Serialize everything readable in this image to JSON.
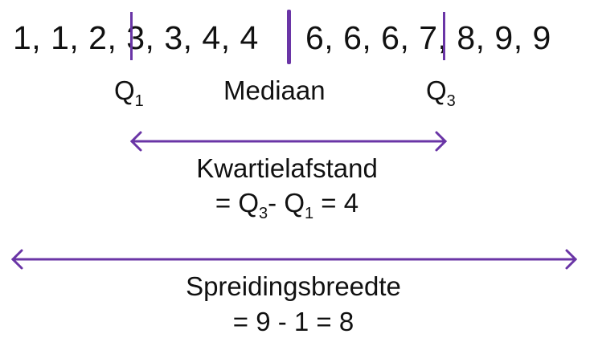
{
  "diagram": {
    "accent_color": "#6a35a6",
    "lower_half": "1, 1, 2, 3, 3, 4, 4",
    "upper_half": "6, 6, 6, 7, 8, 9, 9",
    "values": [
      1,
      1,
      2,
      3,
      3,
      4,
      4,
      6,
      6,
      6,
      7,
      8,
      9,
      9
    ],
    "markers": {
      "q1": {
        "label": "Q",
        "sub": "1"
      },
      "median": {
        "label": "Mediaan"
      },
      "q3": {
        "label": "Q",
        "sub": "3"
      }
    },
    "iqr": {
      "title": "Kwartielafstand",
      "formula_prefix": "= Q",
      "formula_sub3": "3",
      "formula_mid": "- Q",
      "formula_sub1": "1",
      "formula_suffix": " = 4"
    },
    "range": {
      "title": "Spreidingsbreedte",
      "formula": "= 9 - 1 = 8"
    }
  }
}
